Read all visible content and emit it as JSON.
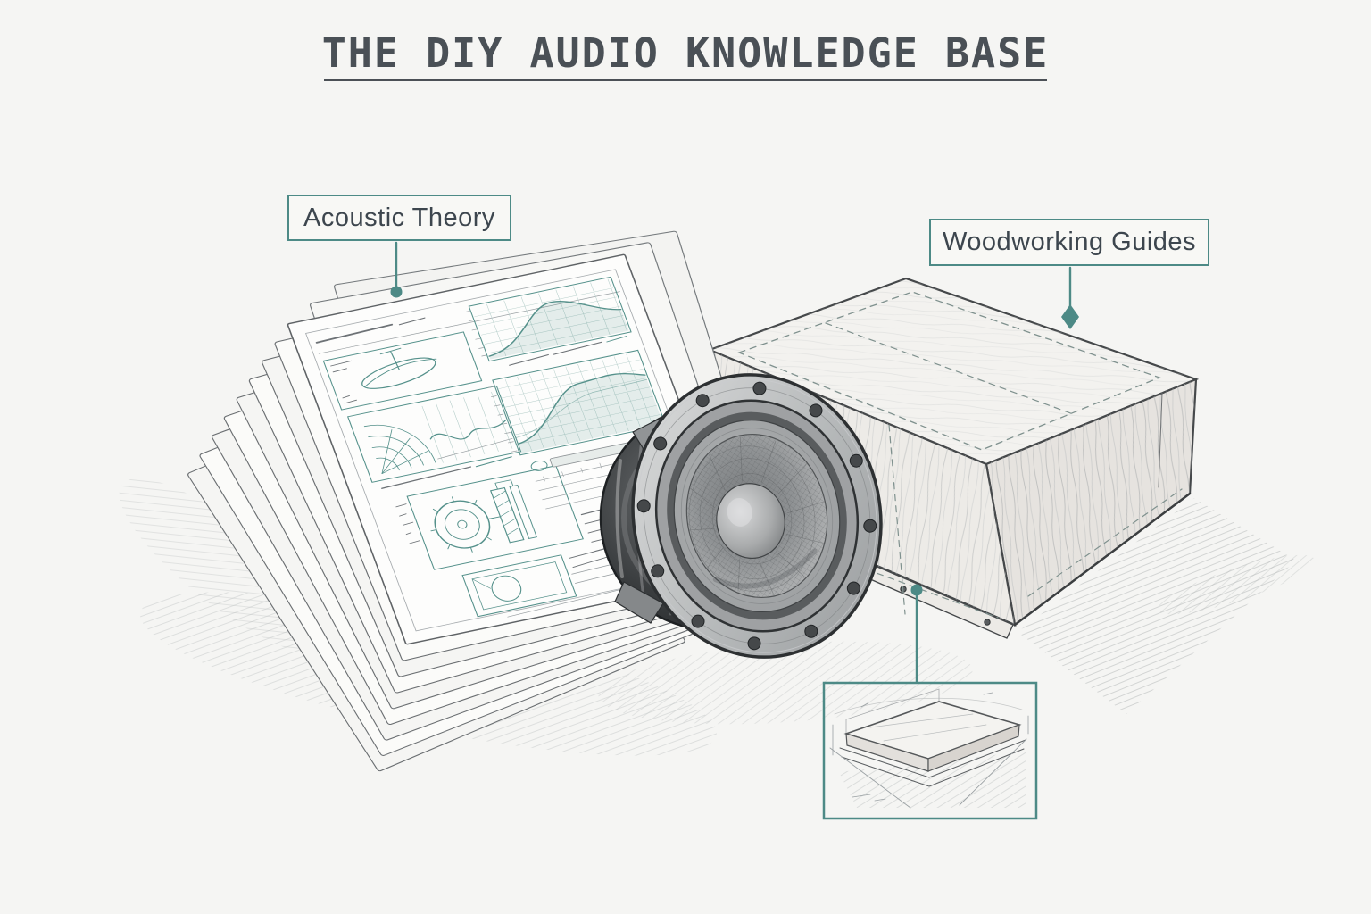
{
  "page": {
    "background_color": "#f5f5f3",
    "accent_color": "#4d8a86",
    "ink_color": "#3d464e",
    "title_color": "#4a5056",
    "pencil_color": "#5b5f62"
  },
  "header": {
    "title": "THE DIY AUDIO KNOWLEDGE BASE"
  },
  "callouts": {
    "acoustic_theory": {
      "label": "Acoustic Theory"
    },
    "woodworking_guides": {
      "label": "Woodworking Guides"
    }
  },
  "illustration": {
    "parts": [
      {
        "name": "paper-stack",
        "description": "fanned stack of worksheets covered in teal acoustic charts and driver sketches"
      },
      {
        "name": "speaker-driver",
        "description": "pencil sketch of a loudspeaker driver leaning against the cabinet"
      },
      {
        "name": "speaker-cabinet",
        "description": "pencil sketch of a plywood speaker cabinet with dashed layout lines"
      },
      {
        "name": "panel-detail-inset",
        "description": "framed detail sketch of a flat wooden panel linked to the cabinet base"
      }
    ]
  }
}
